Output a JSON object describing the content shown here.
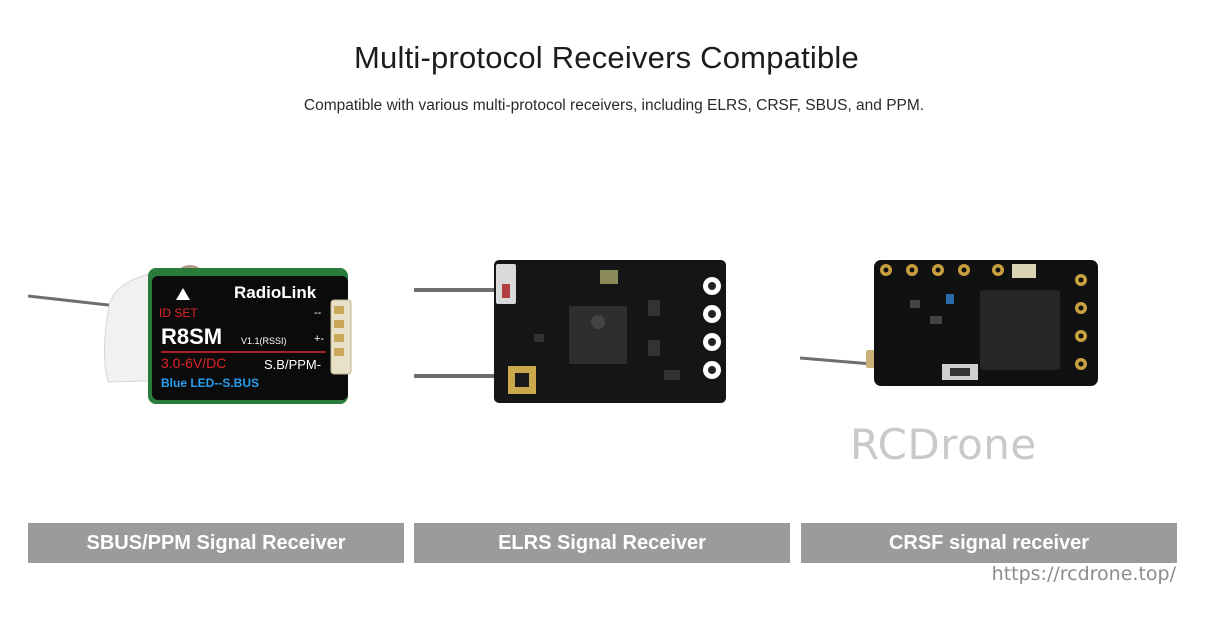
{
  "header": {
    "title": "Multi-protocol Receivers Compatible",
    "subtitle": "Compatible with various multi-protocol receivers, including ELRS, CRSF, SBUS, and PPM."
  },
  "products": [
    {
      "caption": "SBUS/PPM Signal Receiver",
      "board_text": {
        "brand": "RadioLink",
        "id": "ID SET",
        "model": "R8SM",
        "version": "V1.1(RSSI)",
        "voltage": "3.0-6V/DC",
        "port": "S.B/PPM-",
        "led": "Blue LED--S.BUS",
        "pin1": "--",
        "pin2": "+-"
      }
    },
    {
      "caption": "ELRS Signal Receiver"
    },
    {
      "caption": "CRSF signal receiver"
    }
  ],
  "watermark": "RCDrone",
  "source_url": "https://rcdrone.top/",
  "colors": {
    "caption_bar": "#9b9b9b",
    "caption_text": "#ffffff",
    "watermark": "#c9c9c9"
  }
}
